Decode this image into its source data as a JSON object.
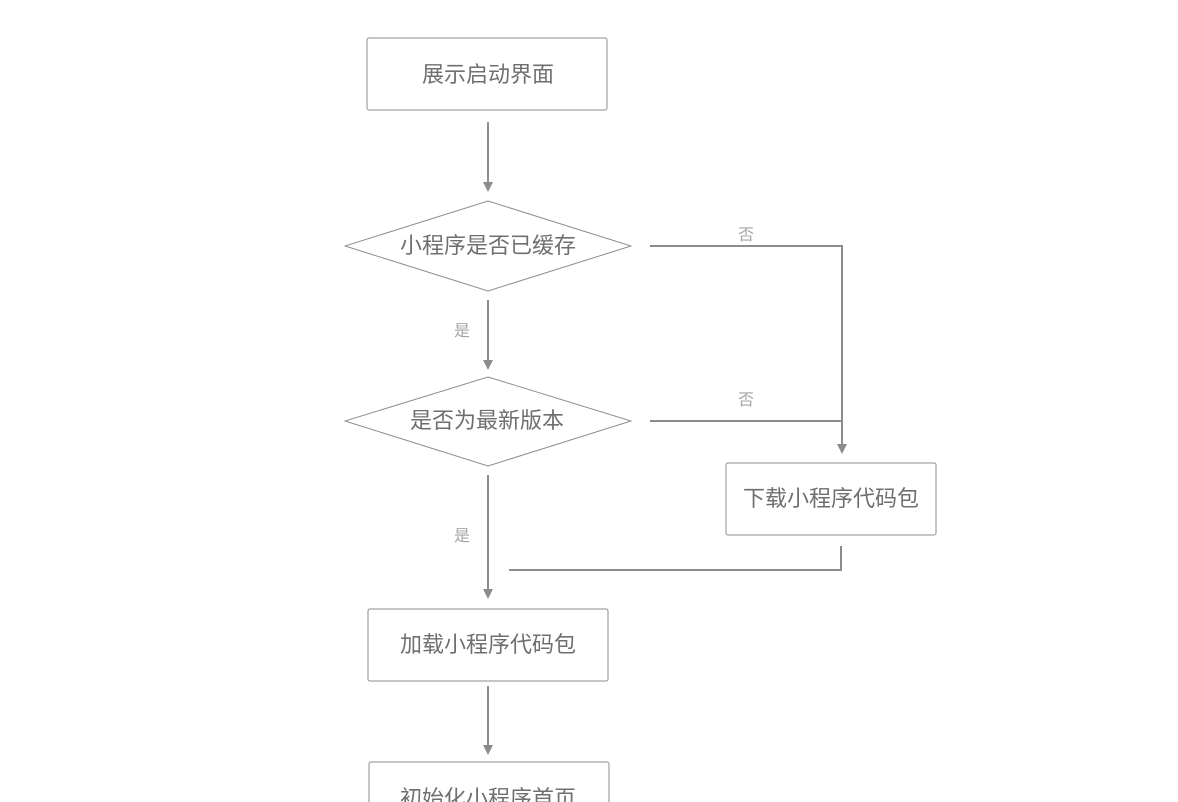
{
  "colors": {
    "node_border": "#8e8e8e",
    "node_text": "#6f6f6f",
    "edge_line": "#8c8c8c",
    "edge_label": "#a6a6a6",
    "background": "#ffffff"
  },
  "nodes": {
    "show_splash": "展示启动界面",
    "is_cached": "小程序是否已缓存",
    "is_latest": "是否为最新版本",
    "download_package": "下载小程序代码包",
    "load_package": "加载小程序代码包",
    "init_homepage": "初始化小程序首页"
  },
  "edge_labels": {
    "cached_no": "否",
    "cached_yes": "是",
    "latest_no": "否",
    "latest_yes": "是"
  }
}
